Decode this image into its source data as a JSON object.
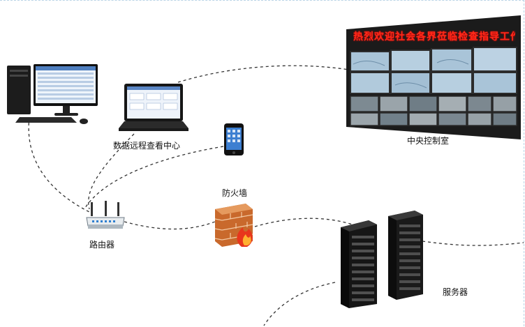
{
  "labels": {
    "remote_center": "数据远程查看中心",
    "control_room": "中央控制室",
    "router": "路由器",
    "firewall": "防火墙",
    "servers": "服务器"
  },
  "led_banner": "热烈欢迎社会各界莅临检查指导工作",
  "colors": {
    "link": "#333333",
    "led_text": "#ff2a1a",
    "firewall_brick": "#d77a3a",
    "flame": "#e8361c",
    "server_body": "#1a1a1a"
  },
  "icons": [
    "desktop-computer-icon",
    "laptop-icon",
    "smartphone-icon",
    "router-icon",
    "firewall-icon",
    "server-icon",
    "video-wall-icon"
  ]
}
